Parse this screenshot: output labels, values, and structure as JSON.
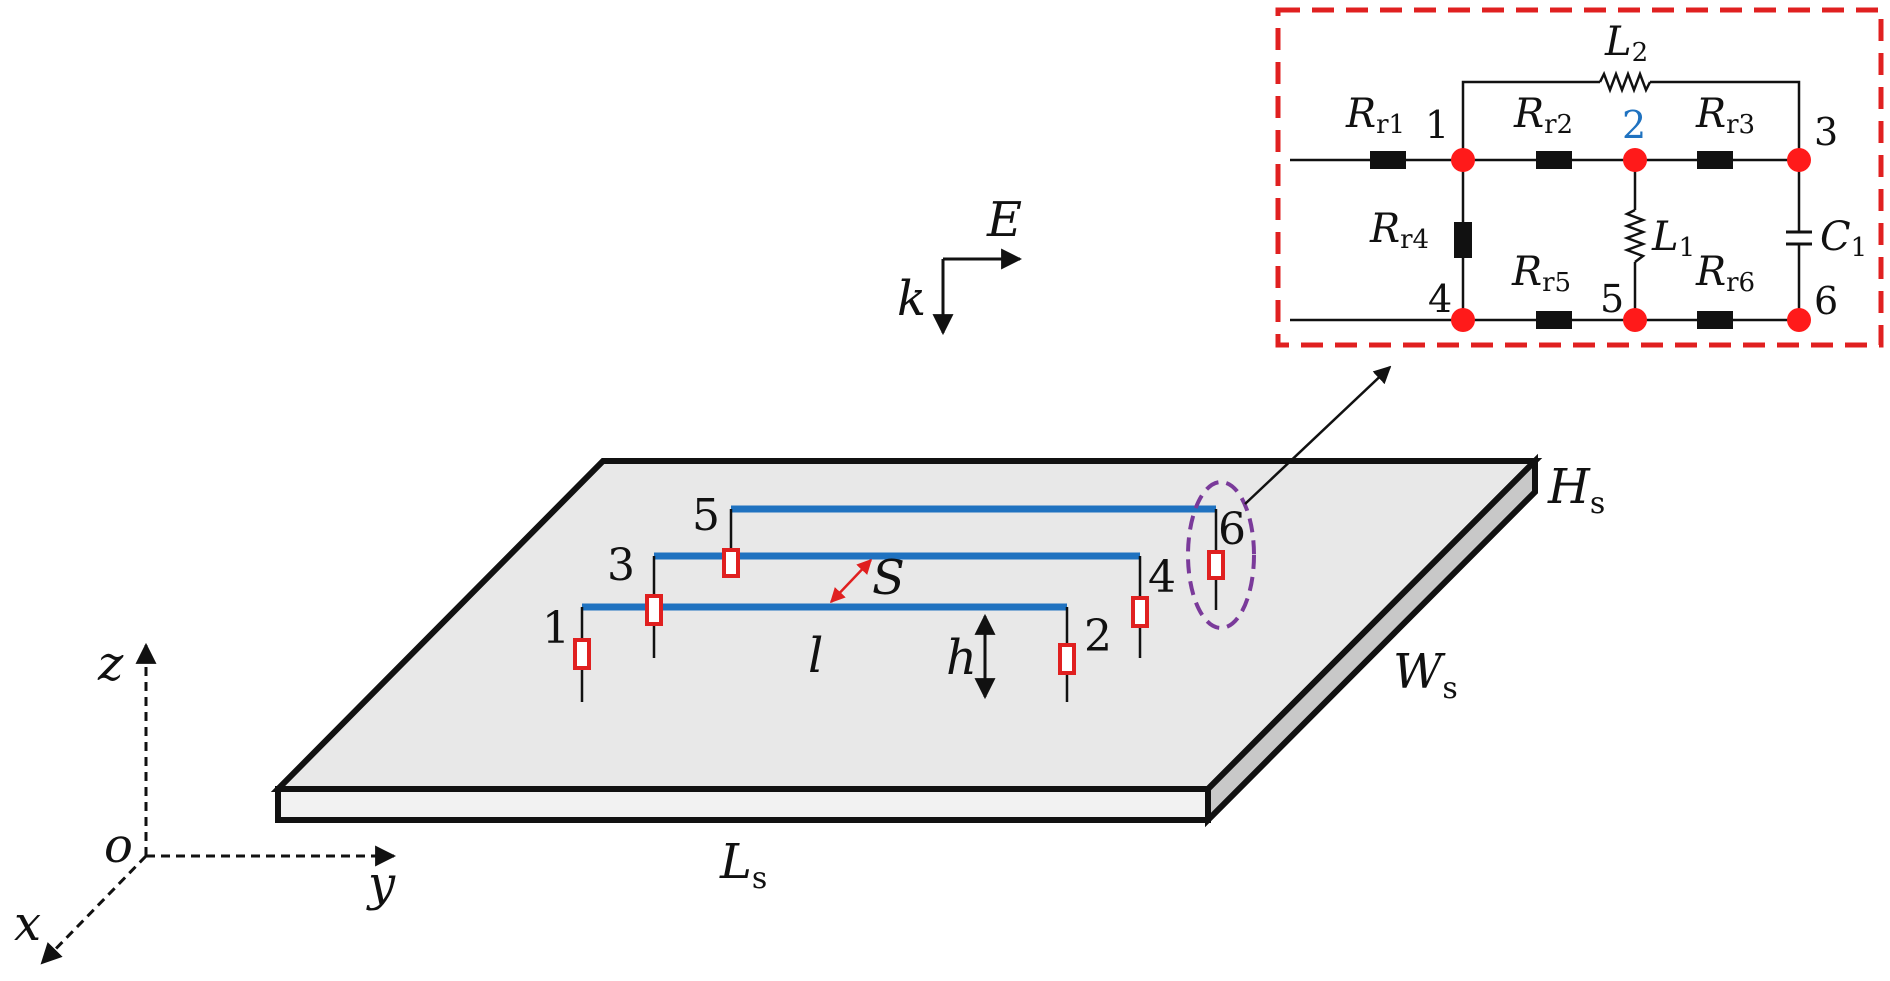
{
  "field": {
    "E": "E",
    "k": "k"
  },
  "axes": {
    "origin": "o",
    "x": "x",
    "y": "y",
    "z": "z"
  },
  "board": {
    "length": {
      "sym": "L",
      "sub": "s"
    },
    "width": {
      "sym": "W",
      "sub": "s"
    },
    "height": {
      "sym": "H",
      "sub": "s"
    }
  },
  "wires": {
    "length_label": "l",
    "height_label": "h",
    "spacing_label": "S",
    "ports": [
      "1",
      "2",
      "3",
      "4",
      "5",
      "6"
    ]
  },
  "circuit": {
    "nodes": [
      "1",
      "2",
      "3",
      "4",
      "5",
      "6"
    ],
    "components": {
      "Rr1": {
        "sym": "R",
        "sub": "r1"
      },
      "Rr2": {
        "sym": "R",
        "sub": "r2"
      },
      "Rr3": {
        "sym": "R",
        "sub": "r3"
      },
      "Rr4": {
        "sym": "R",
        "sub": "r4"
      },
      "Rr5": {
        "sym": "R",
        "sub": "r5"
      },
      "Rr6": {
        "sym": "R",
        "sub": "r6"
      },
      "L1": {
        "sym": "L",
        "sub": "1"
      },
      "L2": {
        "sym": "L",
        "sub": "2"
      },
      "C1": {
        "sym": "C",
        "sub": "1"
      }
    }
  },
  "colors": {
    "board_fill": "#e8e8e8",
    "board_edge": "#c8c8c8",
    "wire": "#1f72c0",
    "port": "#e02020",
    "highlight_ellipse": "#7a3a9a",
    "circuit_box": "#e02020",
    "node": "#ff1a1a",
    "node2_label": "#1f72c0"
  }
}
